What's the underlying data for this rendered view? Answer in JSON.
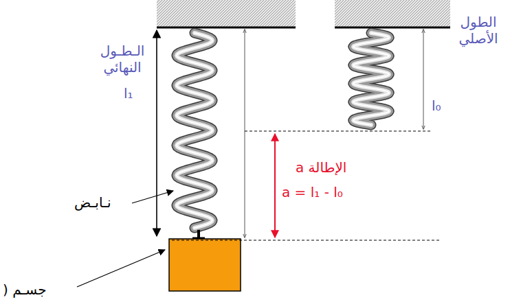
{
  "diagram": {
    "labels": [
      "الـطـول النهائي",
      "l₁",
      "الإطالة a",
      "a = l₁ - l₀",
      "نـابـض",
      "جسـم (",
      "الطول الأصلي",
      "l₀"
    ]
  }
}
